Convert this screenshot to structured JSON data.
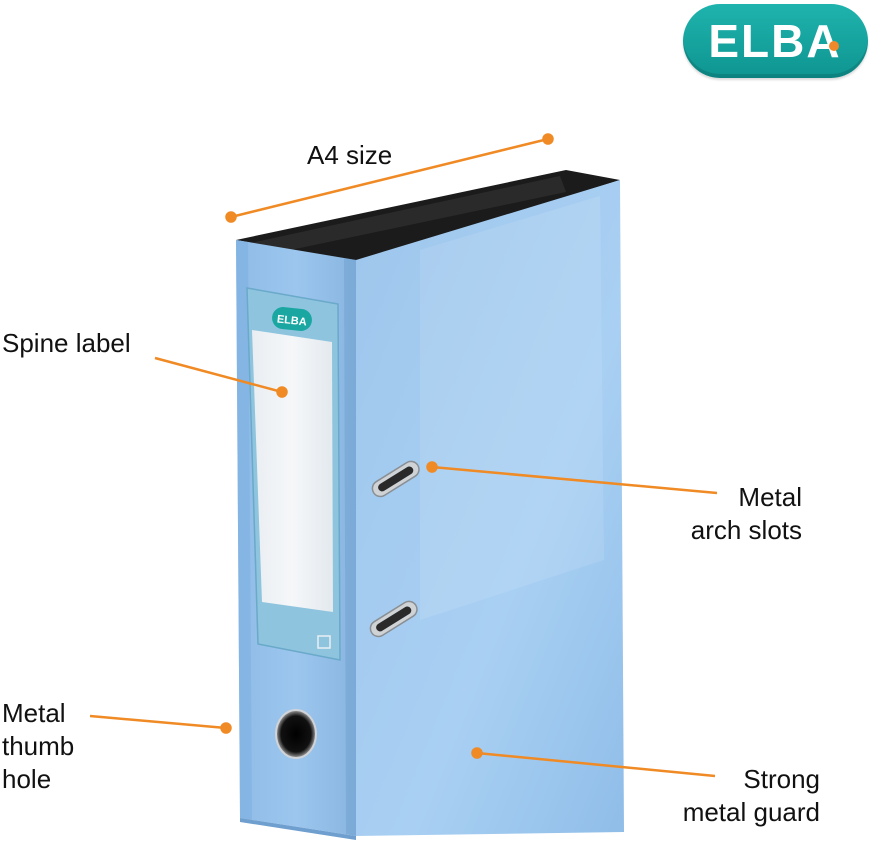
{
  "brand": {
    "logo_text": "ELBA",
    "accent": "#1aa7a2",
    "dot_color": "#f0892a"
  },
  "callouts": {
    "a4_size": "A4 size",
    "spine_label": "Spine label",
    "arch_slots_line1": "Metal",
    "arch_slots_line2": "arch slots",
    "thumb_hole_line1": "Metal",
    "thumb_hole_line2": "thumb",
    "thumb_hole_line3": "hole",
    "guard_line1": "Strong",
    "guard_line2": "metal guard"
  },
  "colors": {
    "leader_line": "#f08a24",
    "binder_blue": "#9cc6ee",
    "binder_dark": "#7aaedf",
    "interior": "#1b1b1b"
  }
}
